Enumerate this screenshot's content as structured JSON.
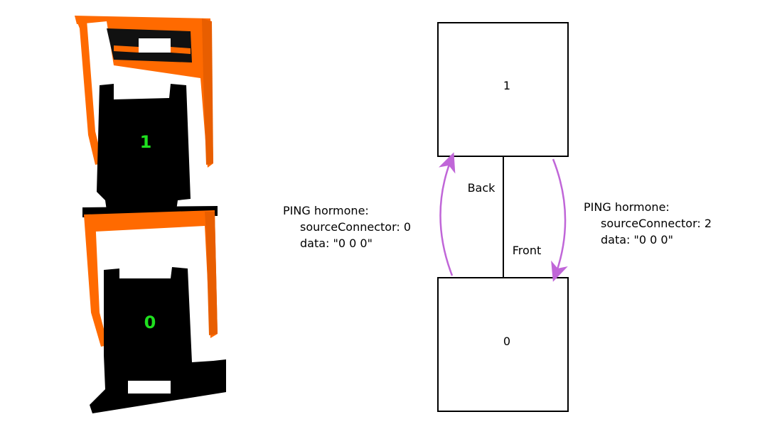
{
  "render": {
    "modules": [
      {
        "id_label": "1"
      },
      {
        "id_label": "0"
      }
    ],
    "colors": {
      "frame": "#ff6a00",
      "frame_shadow": "#b84600",
      "body": "#000000",
      "id_text": "#1fe01f"
    }
  },
  "diagram": {
    "nodes": [
      {
        "label": "1"
      },
      {
        "label": "0"
      }
    ],
    "edge_labels": {
      "back": "Back",
      "front": "Front"
    },
    "left_message": {
      "line1": "PING hormone:",
      "line2": "sourceConnector: 0",
      "line3": "data: \"0 0 0\""
    },
    "right_message": {
      "line1": "PING hormone:",
      "line2": "sourceConnector: 2",
      "line3": "data: \"0 0 0\""
    },
    "colors": {
      "arrow": "#c066d8",
      "box_stroke": "#000000"
    }
  }
}
